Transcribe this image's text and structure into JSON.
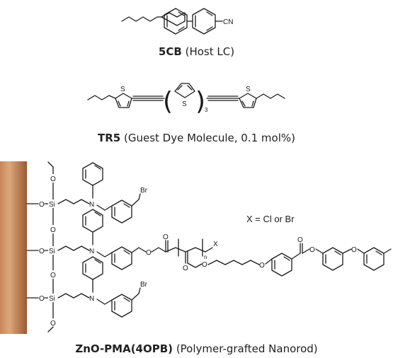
{
  "molecules": {
    "m5cb": {
      "name": "5CB",
      "desc": "(Host LC)",
      "cn": "CN"
    },
    "tr5": {
      "name": "TR5",
      "desc": "(Guest Dye Molecule, 0.1 mol%)",
      "s": "S",
      "sub": "3"
    },
    "zno": {
      "name": "ZnO-PMA(4OPB)",
      "desc": "(Polymer-grafted Nanorod)",
      "o": "O",
      "si": "Si",
      "n": "N",
      "br": "Br",
      "x": "X",
      "sub_n": "n",
      "x_note": "X = Cl or Br"
    }
  },
  "colors": {
    "nanorod_light": "#d69a6c",
    "nanorod_dark": "#9a5a2e"
  }
}
